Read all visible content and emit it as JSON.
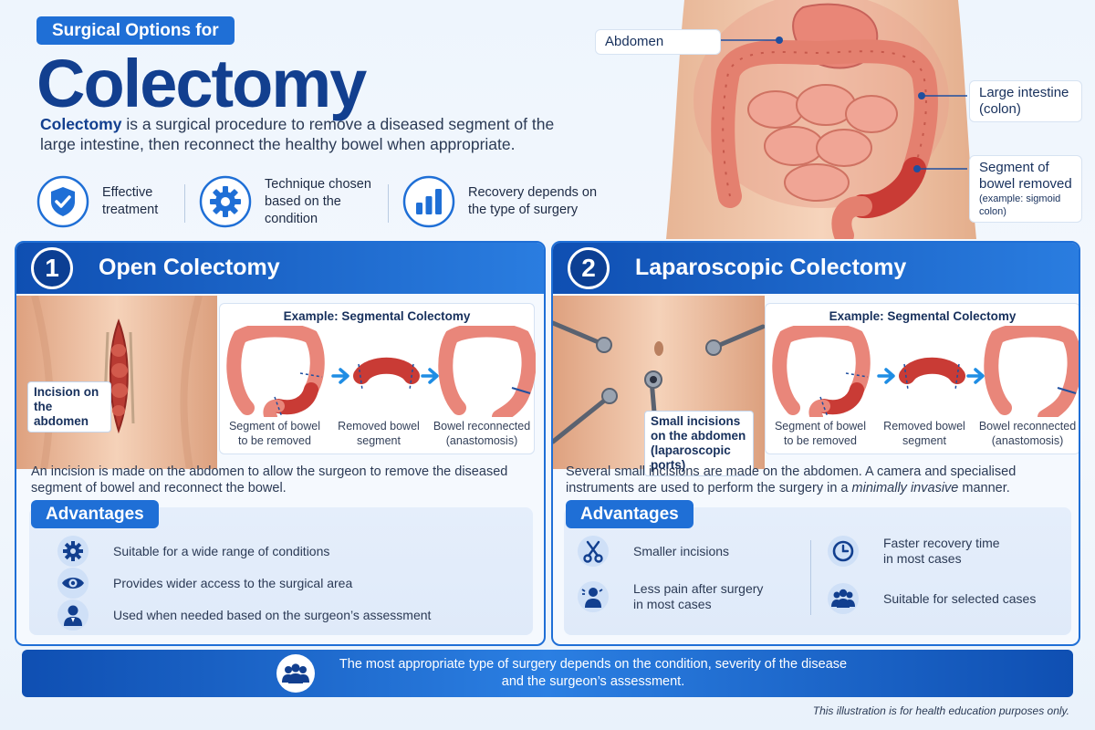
{
  "header": {
    "kicker": "Surgical Options for",
    "title": "Colectomy",
    "intro_strong": "Colectomy",
    "intro_rest": " is a surgical procedure to remove a diseased segment of the large intestine, then reconnect the healthy bowel when appropriate."
  },
  "features": [
    {
      "icon": "shield-check-icon",
      "text": "Effective treatment"
    },
    {
      "icon": "gear-icon",
      "text": "Technique chosen based on the condition"
    },
    {
      "icon": "bar-chart-icon",
      "text": "Recovery depends on the type of surgery"
    }
  ],
  "anatomy": {
    "abdomen_label": "Abdomen",
    "colon_label": "Large intestine (colon)",
    "segment_label": "Segment of bowel removed",
    "segment_note": "(example: sigmoid colon)"
  },
  "open": {
    "number": "1",
    "title": "Open Colectomy",
    "incision_tag": "Incision on the abdomen",
    "example_title": "Example: Segmental Colectomy",
    "captions": [
      "Segment of bowel to be removed",
      "Removed bowel segment",
      "Bowel reconnected (anastomosis)"
    ],
    "description": "An incision is made on the abdomen to allow the surgeon to remove the diseased segment of bowel and reconnect the bowel.",
    "advantages_label": "Advantages",
    "advantages": [
      {
        "icon": "gear-icon",
        "text": "Suitable for a wide range of conditions"
      },
      {
        "icon": "eye-icon",
        "text": "Provides wider access to the surgical area"
      },
      {
        "icon": "surgeon-icon",
        "text": "Used when needed based on the surgeon’s assessment"
      }
    ]
  },
  "laparo": {
    "number": "2",
    "title": "Laparoscopic Colectomy",
    "ports_tag": "Small incisions on the abdomen (laparoscopic ports)",
    "example_title": "Example: Segmental Colectomy",
    "captions": [
      "Segment of bowel to be removed",
      "Removed bowel segment",
      "Bowel reconnected (anastomosis)"
    ],
    "description_a": "Several small incisions are made on the abdomen. A camera and specialised instruments are used to perform the surgery in a ",
    "description_em": "minimally invasive",
    "description_b": " manner.",
    "advantages_label": "Advantages",
    "advantages": [
      {
        "icon": "scissors-icon",
        "text": "Smaller incisions"
      },
      {
        "icon": "pain-relief-icon",
        "text": "Less pain after surgery in most cases"
      },
      {
        "icon": "clock-icon",
        "text": "Faster recovery time in most cases"
      },
      {
        "icon": "group-icon",
        "text": "Suitable for selected cases"
      }
    ]
  },
  "footer": {
    "text": "The most appropriate type of surgery depends on the condition, severity of the disease and the surgeon’s assessment.",
    "disclaimer": "This illustration is for health education purposes only."
  },
  "colors": {
    "brand_blue": "#1f6fd6",
    "navy": "#123f8f",
    "bowel": "#e9867a",
    "bowel_removed": "#c93b35"
  }
}
